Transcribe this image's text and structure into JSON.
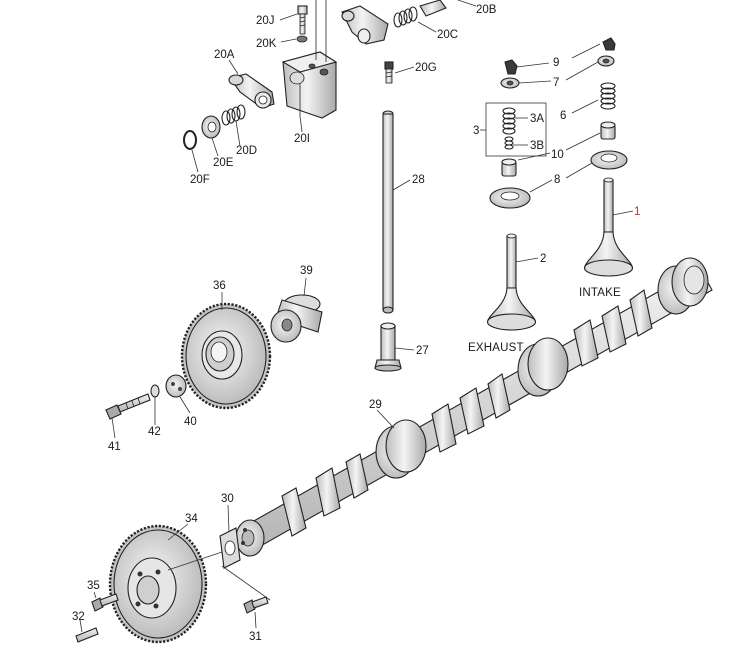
{
  "callouts": {
    "c20J": "20J",
    "c20K": "20K",
    "c20B": "20B",
    "c20C": "20C",
    "c20G": "20G",
    "c20A": "20A",
    "c20D": "20D",
    "c20E": "20E",
    "c20F": "20F",
    "c20I": "20I",
    "c9": "9",
    "c7": "7",
    "c6": "6",
    "c3": "3",
    "c3A": "3A",
    "c3B": "3B",
    "c10": "10",
    "c8": "8",
    "c1": "1",
    "c2": "2",
    "c28": "28",
    "c27": "27",
    "c36": "36",
    "c39": "39",
    "c29": "29",
    "c40": "40",
    "c41": "41",
    "c42": "42",
    "c30": "30",
    "c34": "34",
    "c35": "35",
    "c32": "32",
    "c31": "31"
  },
  "captions": {
    "intake": "INTAKE",
    "exhaust": "EXHAUST"
  },
  "colors": {
    "line": "#222222",
    "metal_light": "#e9e9e9",
    "metal_mid": "#cfcfcf",
    "metal_dark": "#9a9a9a",
    "highlight_callout": "#d2262a"
  }
}
